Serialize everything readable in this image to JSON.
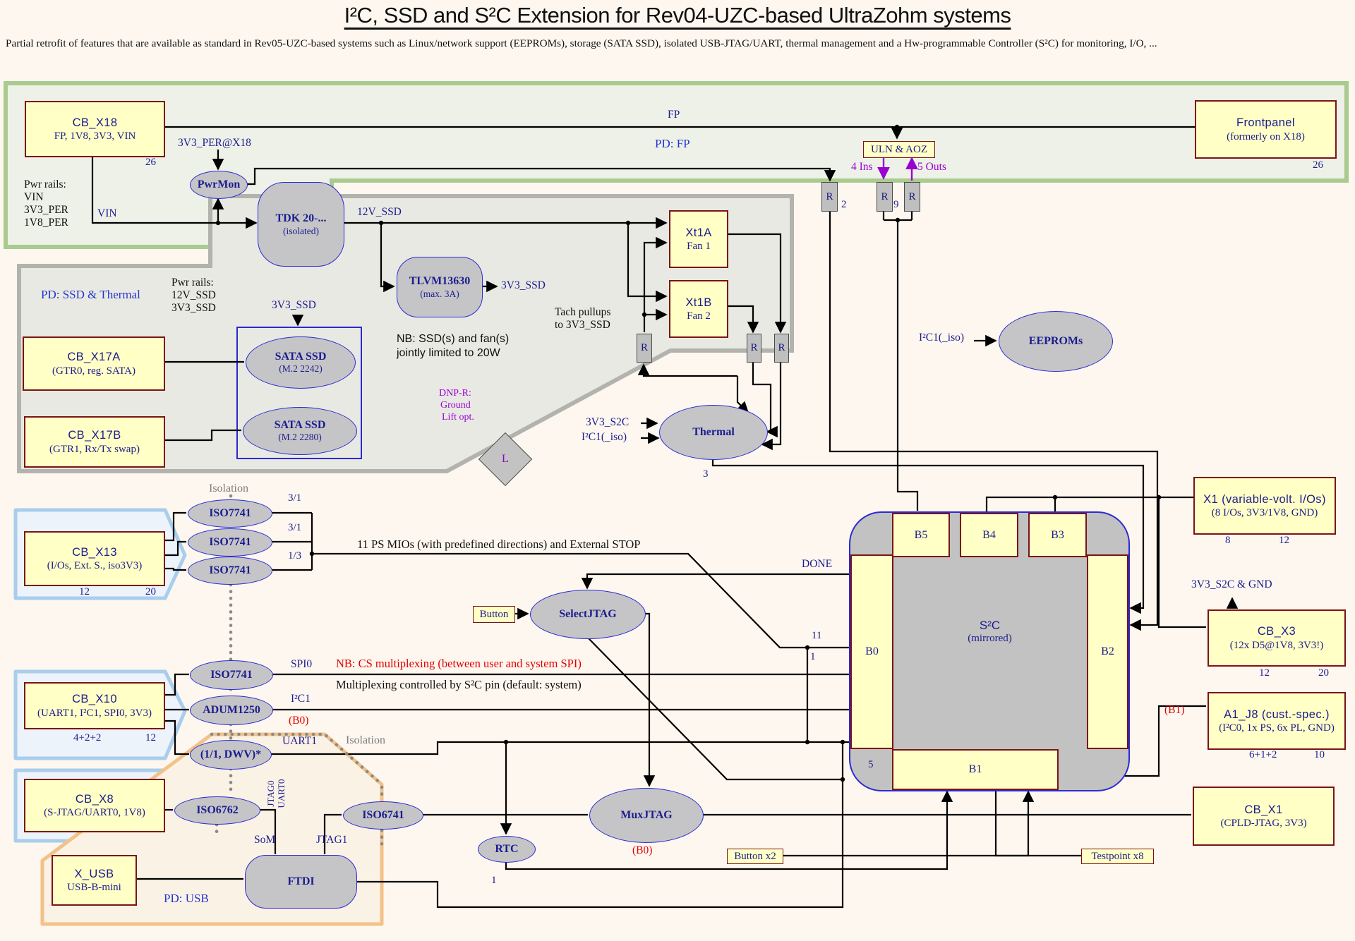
{
  "title": "I²C, SSD and S²C Extension for Rev04-UZC-based UltraZohm systems",
  "subtitle": "Partial retrofit of features that are available as standard in Rev05-UZC-based systems such as Linux/network support (EEPROMs), storage (SATA SSD), isolated USB-JTAG/UART, thermal management and a Hw-programmable Controller (S²C) for monitoring, I/O, ...",
  "domains": {
    "fp": "PD: FP",
    "ssd_thermal": "PD: SSD & Thermal",
    "usb": "PD: USB"
  },
  "boxes": {
    "cb_x18": {
      "title": "CB_X18",
      "sub": "FP, 1V8, 3V3, VIN",
      "count": "26"
    },
    "frontpanel": {
      "title": "Frontpanel",
      "sub": "(formerly on X18)",
      "count": "26"
    },
    "cb_x17a": {
      "title": "CB_X17A",
      "sub": "(GTR0, reg. SATA)"
    },
    "cb_x17b": {
      "title": "CB_X17B",
      "sub": "(GTR1, Rx/Tx swap)"
    },
    "xt1a": {
      "title": "Xt1A",
      "sub": "Fan 1"
    },
    "xt1b": {
      "title": "Xt1B",
      "sub": "Fan 2"
    },
    "uln_aoz": {
      "title": "ULN & AOZ"
    },
    "cb_x13": {
      "title": "CB_X13",
      "sub": "(I/Os, Ext. S., iso3V3)",
      "count_left": "12",
      "count_right": "20"
    },
    "cb_x10": {
      "title": "CB_X10",
      "sub": "(UART1, I²C1, SPI0, 3V3)",
      "count_left": "4+2+2",
      "count_right": "12"
    },
    "cb_x8": {
      "title": "CB_X8",
      "sub": "(S-JTAG/UART0, 1V8)"
    },
    "x_usb": {
      "title": "X_USB",
      "sub": "USB-B-mini"
    },
    "x1": {
      "title": "X1 (variable-volt. I/Os)",
      "sub": "(8 I/Os, 3V3/1V8, GND)",
      "count_left": "8",
      "count_right": "12"
    },
    "cb_x3": {
      "title": "CB_X3",
      "sub": "(12x D5@1V8, 3V3!)",
      "count_left": "12",
      "count_right": "20"
    },
    "a1_j8": {
      "title": "A1_J8 (cust.-spec.)",
      "sub": "(I²C0, 1x PS, 6x PL, GND)",
      "count_left": "6+1+2",
      "count_right": "10",
      "tag": "(B1)"
    },
    "cb_x1": {
      "title": "CB_X1",
      "sub": "(CPLD-JTAG, 3V3)"
    },
    "button": {
      "title": "Button"
    },
    "button_x2": {
      "title": "Button x2"
    },
    "testpoint_x8": {
      "title": "Testpoint x8"
    }
  },
  "nodes": {
    "pwrmon": "PwrMon",
    "tdk": {
      "l1": "TDK 20-...",
      "l2": "(isolated)"
    },
    "tlvm": {
      "l1": "TLVM13630",
      "l2": "(max. 3A)"
    },
    "sata1": {
      "l1": "SATA SSD",
      "l2": "(M.2 2242)"
    },
    "sata2": {
      "l1": "SATA SSD",
      "l2": "(M.2 2280)"
    },
    "thermal": "Thermal",
    "eeproms": "EEPROMs",
    "iso7741_a": "ISO7741",
    "iso7741_b": "ISO7741",
    "iso7741_c": "ISO7741",
    "iso7741_d": "ISO7741",
    "adum1250": "ADUM1250",
    "dwv": "(1/1, DWV)*",
    "iso6762": "ISO6762",
    "iso6741": "ISO6741",
    "selectjtag": "SelectJTAG",
    "muxjtag": "MuxJTAG",
    "rtc": "RTC",
    "ftdi": "FTDI",
    "s2c": {
      "l1": "S²C",
      "l2": "(mirrored)"
    },
    "b0": "B0",
    "b1": "B1",
    "b2": "B2",
    "b3": "B3",
    "b4": "B4",
    "b5": "B5",
    "l_diamond": "L",
    "r": "R"
  },
  "labels": {
    "fp": "FP",
    "v3v3_per_x18": "3V3_PER@X18",
    "pwr_rails_hdr": "Pwr rails:",
    "rail_vin": "VIN",
    "rail_3v3_per": "3V3_PER",
    "rail_1v8_per": "1V8_PER",
    "vin": "VIN",
    "v12_ssd": "12V_SSD",
    "v3v3_ssd_out": "3V3_SSD",
    "pwr_rails2_hdr": "Pwr rails:",
    "rail_12v_ssd": "12V_SSD",
    "rail_3v3_ssd": "3V3_SSD",
    "v3v3_ssd_feed": "3V3_SSD",
    "tach_1": "Tach pullups",
    "tach_2": "to 3V3_SSD",
    "nb_ssd_1": "NB: SSD(s) and fan(s)",
    "nb_ssd_2": "jointly limited to 20W",
    "dnp_1": "DNP-R:",
    "dnp_2": "Ground",
    "dnp_3": "Lift opt.",
    "ins4": "4 Ins",
    "outs5": "5 Outs",
    "n2": "2",
    "n9": "9",
    "n3": "3",
    "n5": "5",
    "n11": "11",
    "n1_b0": "1",
    "n1_rtc": "1",
    "v3v3_s2c": "3V3_S2C",
    "i2c1_iso_thermal": "I²C1(_iso)",
    "i2c1_iso_eeprom": "I²C1(_iso)",
    "isolation_top": "Isolation",
    "isolation_right": "Isolation",
    "r31a": "3/1",
    "r31b": "3/1",
    "r13": "1/3",
    "mios": "11 PS MIOs (with predefined directions) and External STOP",
    "done": "DONE",
    "spi0": "SPI0",
    "i2c1": "I²C1",
    "uart1": "UART1",
    "b0_tag_adum": "(B0)",
    "b0_tag_mux": "(B0)",
    "nb_cs": "NB: CS multiplexing (between user and system SPI)",
    "mux_ctrl": "Multiplexing controlled by S²C pin (default: system)",
    "jtag0": "JTAG0",
    "uart0": "UART0",
    "som": "SoM",
    "jtag1": "JTAG1",
    "v3v3_s2c_gnd": "3V3_S2C & GND"
  }
}
